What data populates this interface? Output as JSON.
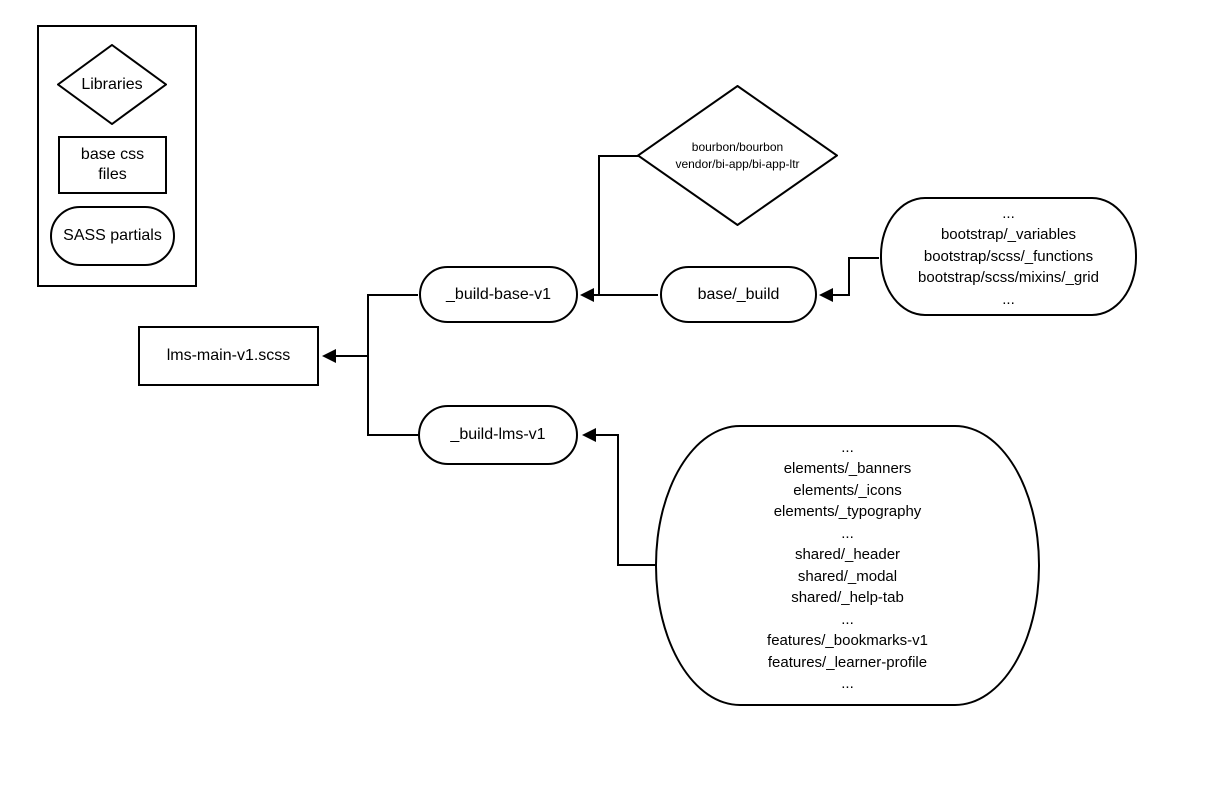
{
  "colors": {
    "background": "#ffffff",
    "stroke": "#000000",
    "text": "#000000"
  },
  "legend": {
    "libraries_label": "Libraries",
    "base_css_lines": [
      "base css",
      "files"
    ],
    "sass_partials_label": "SASS partials"
  },
  "nodes": {
    "bourbon_diamond": {
      "lines": [
        "bourbon/bourbon",
        "vendor/bi-app/bi-app-ltr"
      ]
    },
    "build_base": {
      "label": "_build-base-v1"
    },
    "base_build": {
      "label": "base/_build"
    },
    "bootstrap_partials": {
      "lines": [
        "...",
        "bootstrap/_variables",
        "bootstrap/scss/_functions",
        "bootstrap/scss/mixins/_grid",
        "..."
      ]
    },
    "lms_main": {
      "label": "lms-main-v1.scss"
    },
    "build_lms": {
      "label": "_build-lms-v1"
    },
    "lms_partials": {
      "lines": [
        "...",
        "elements/_banners",
        "elements/_icons",
        "elements/_typography",
        "...",
        "shared/_header",
        "shared/_modal",
        "shared/_help-tab",
        "...",
        "features/_bookmarks-v1",
        "features/_learner-profile",
        "..."
      ]
    }
  }
}
